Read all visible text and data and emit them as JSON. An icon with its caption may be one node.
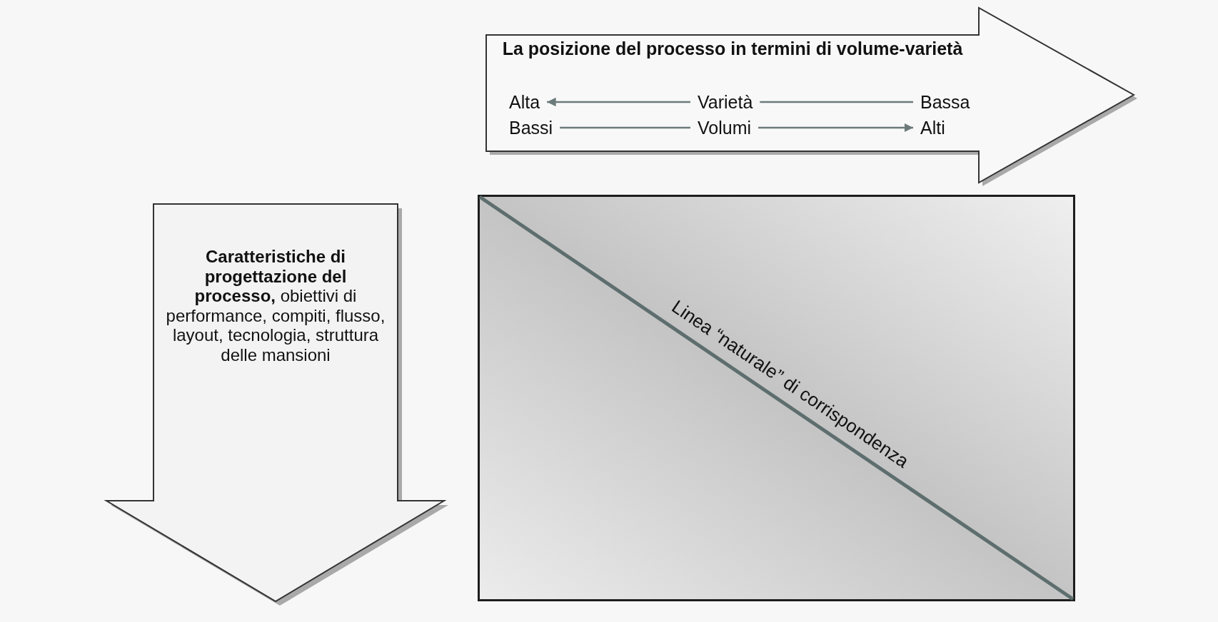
{
  "diagram": {
    "nodes": [
      {
        "text": [
          "La posizione del processo in termini di volume-varietà"
        ]
      },
      {
        "text": [
          "Alta"
        ],
        "in": 0
      },
      {
        "text": [
          "Varietà"
        ],
        "in": 0
      },
      {
        "text": [
          "Bassa"
        ],
        "in": 0
      },
      {
        "text": [
          "Bassi"
        ],
        "in": 0
      },
      {
        "text": [
          "Volumi"
        ],
        "in": 0
      },
      {
        "text": [
          "Alti"
        ],
        "in": 0
      },
      {
        "text": [
          "**Caratteristiche di progettazione del processo,** obiettivi di performance, compiti, flusso, layout, tecnologia, struttura delle mansioni"
        ]
      },
      {
        "text": [
          "Linea “naturale” di corrispondenza"
        ]
      }
    ],
    "edges": [
      {
        "from": 2,
        "to": 1,
        "arrow": "to"
      },
      {
        "from": 2,
        "to": 3,
        "arrow": "none"
      },
      {
        "from": 4,
        "to": 5,
        "arrow": "none"
      },
      {
        "from": 5,
        "to": 6,
        "arrow": "to"
      }
    ]
  }
}
